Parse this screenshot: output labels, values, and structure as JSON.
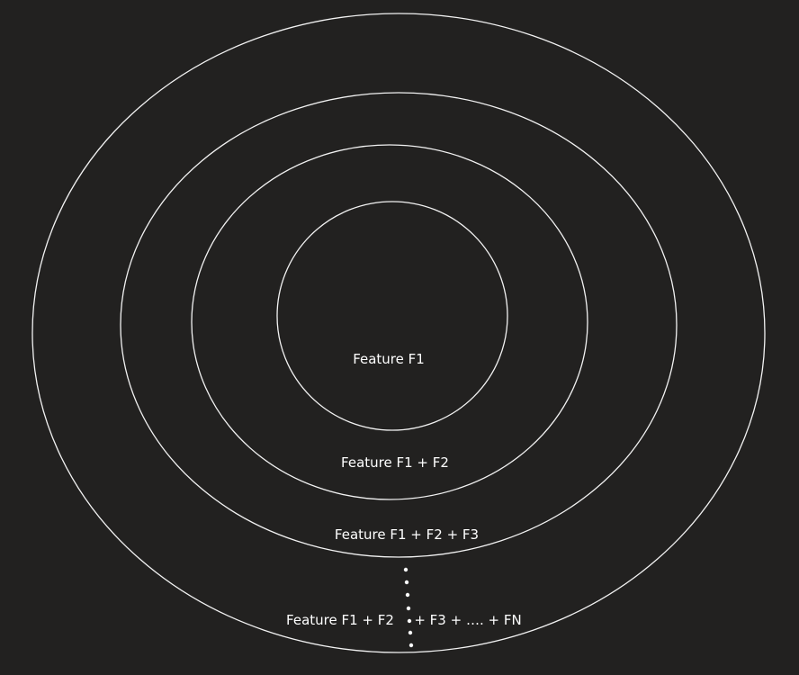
{
  "layers": [
    {
      "label": "Feature F1"
    },
    {
      "label": "Feature F1 + F2"
    },
    {
      "label": "Feature F1 + F2 + F3"
    },
    {
      "label_left": "Feature F1 + F2",
      "label_right": "+ F3 + …. + FN"
    }
  ],
  "colors": {
    "background": "#222120",
    "stroke": "#f2f2f2",
    "text": "#ffffff"
  }
}
